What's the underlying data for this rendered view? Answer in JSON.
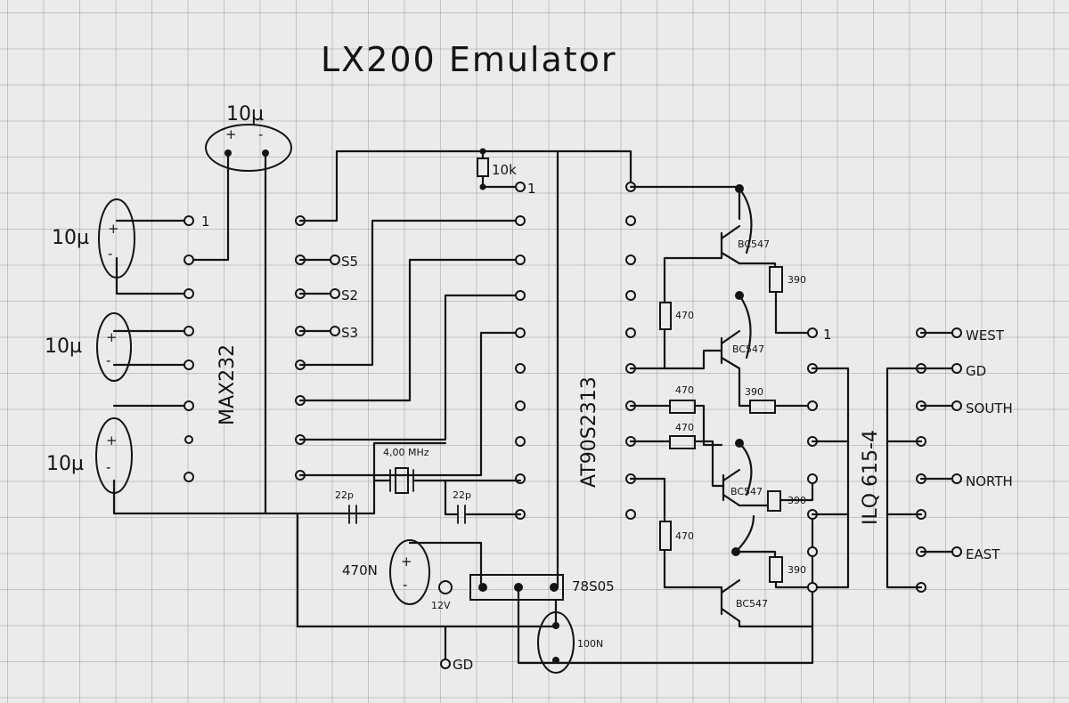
{
  "title": "LX200 Emulator",
  "components": {
    "cap_top": "10µ",
    "cap_left1": "10µ",
    "cap_left2": "10µ",
    "cap_left3": "10µ",
    "max232": "MAX232",
    "mcu": "AT90S2313",
    "optocoupler": "ILQ 615-4",
    "pullup": "10k",
    "crystal": "4,00 MHz",
    "cap_22p_a": "22p",
    "cap_22p_b": "22p",
    "regulator": "78S05",
    "cap_470n": "470N",
    "cap_100n": "100N",
    "supply": "12V",
    "ground": "GD",
    "r1": "470",
    "r2": "470",
    "r3": "470",
    "r4": "470",
    "r5": "390",
    "r6": "390",
    "r7": "390",
    "r8": "390",
    "q1": "BC547",
    "q2": "BC547",
    "q3": "BC547",
    "q4": "BC547"
  },
  "pins": {
    "max_pin1": "1",
    "pullup_pin1": "1",
    "opto_pin1": "1",
    "s5": "S5",
    "s2": "S2",
    "s3": "S3"
  },
  "outputs": [
    "WEST",
    "GD",
    "SOUTH",
    "NORTH",
    "EAST"
  ],
  "cap_marks": {
    "plus": "+",
    "minus": "-"
  }
}
